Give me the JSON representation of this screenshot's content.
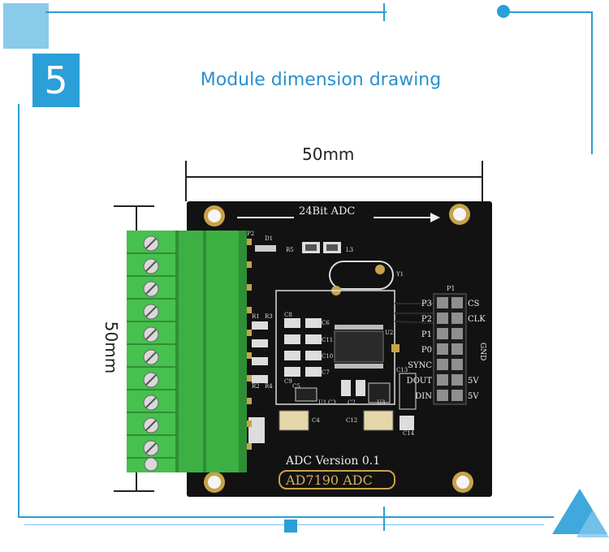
{
  "section_number": "5",
  "title": "Module dimension drawing",
  "dimensions": {
    "width_label": "50mm",
    "height_label": "50mm"
  },
  "board": {
    "name_top": "24Bit ADC",
    "version_text": "ADC Version 0.1",
    "chip_text": "AD7190  ADC",
    "header_id": "P1",
    "pin_labels_left": [
      "P3",
      "P2",
      "P1",
      "P0",
      "SYNC",
      "DOUT",
      "DIN"
    ],
    "pin_labels_right": [
      "CS",
      "CLK",
      "GND",
      "5V",
      "5V"
    ],
    "component_labels": [
      "P2",
      "D1",
      "R5",
      "L3",
      "Y1",
      "U2",
      "R1",
      "R3",
      "R2",
      "R4",
      "C8",
      "C6",
      "C11",
      "C10",
      "C9",
      "C7",
      "C5",
      "C13",
      "U1",
      "C3",
      "C2",
      "C4",
      "C12",
      "C14",
      "U3"
    ]
  },
  "colors": {
    "accent": "#2a9fd8",
    "board": "#111111",
    "terminal": "#3cb043"
  }
}
